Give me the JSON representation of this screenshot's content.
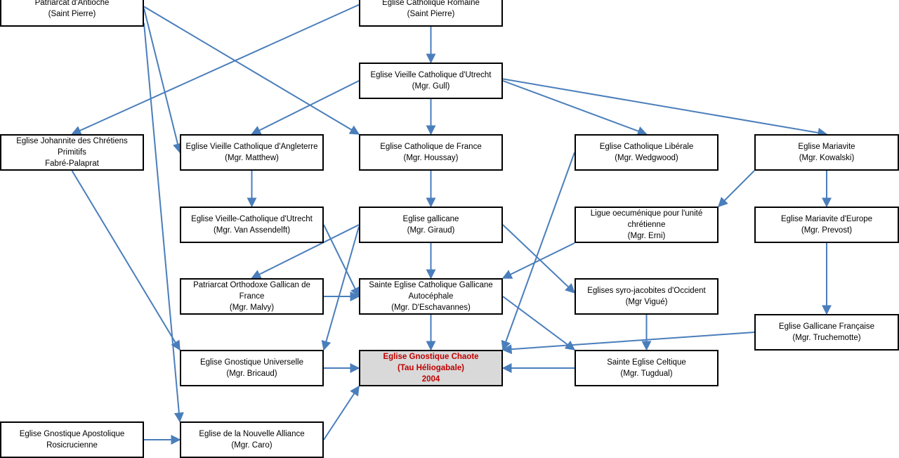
{
  "diagram": {
    "line_color": "#4a7ebb",
    "target_background": "#d9d9d9",
    "target_text_color": "#c00000",
    "nodes": [
      {
        "id": "antioche",
        "lines": [
          "Patriarcat d'Antioche",
          "(Saint Pierre)"
        ]
      },
      {
        "id": "romaine",
        "lines": [
          "Eglise Catholique Romaine",
          "(Saint Pierre)"
        ]
      },
      {
        "id": "utrecht",
        "lines": [
          "Eglise Vieille Catholique d'Utrecht",
          "(Mgr. Gull)"
        ]
      },
      {
        "id": "johannite",
        "lines": [
          "Eglise Johannite des Chrétiens",
          "Primitifs",
          "Fabré-Palaprat"
        ]
      },
      {
        "id": "angleterre",
        "lines": [
          "Eglise Vieille Catholique d'Angleterre",
          "(Mgr. Matthew)"
        ]
      },
      {
        "id": "france",
        "lines": [
          "Eglise Catholique de France",
          "(Mgr. Houssay)"
        ]
      },
      {
        "id": "liberale",
        "lines": [
          "Eglise Catholique Libérale",
          "(Mgr. Wedgwood)"
        ]
      },
      {
        "id": "mariavite",
        "lines": [
          "Eglise Mariavite",
          "(Mgr. Kowalski)"
        ]
      },
      {
        "id": "utrecht2",
        "lines": [
          "Eglise Vieille-Catholique d'Utrecht",
          "(Mgr. Van Assendelft)"
        ]
      },
      {
        "id": "gallicane",
        "lines": [
          "Eglise gallicane",
          "(Mgr. Giraud)"
        ]
      },
      {
        "id": "ligue",
        "lines": [
          "Ligue oecuménique pour l'unité",
          "chrétienne",
          "(Mgr. Erni)"
        ]
      },
      {
        "id": "mariavite_europe",
        "lines": [
          "Eglise Mariavite d'Europe",
          "(Mgr. Prevost)"
        ]
      },
      {
        "id": "orthodoxe",
        "lines": [
          "Patriarcat Orthodoxe Gallican de",
          "France",
          "(Mgr. Malvy)"
        ]
      },
      {
        "id": "sainte_gallicane",
        "lines": [
          "Sainte Eglise Catholique Gallicane",
          "Autocéphale",
          "(Mgr. D'Eschavannes)"
        ]
      },
      {
        "id": "syro",
        "lines": [
          "Eglises syro-jacobites d'Occident",
          "(Mgr Vigué)"
        ]
      },
      {
        "id": "gallicane_fr",
        "lines": [
          "Eglise Gallicane Française",
          "(Mgr. Truchemotte)"
        ]
      },
      {
        "id": "gnostique_univ",
        "lines": [
          "Eglise Gnostique Universelle",
          "(Mgr. Bricaud)"
        ]
      },
      {
        "id": "chaote",
        "lines": [
          "Eglise Gnostique Chaote",
          "(Tau Héliogabale)",
          "2004"
        ]
      },
      {
        "id": "celtique",
        "lines": [
          "Sainte Eglise Celtique",
          "(Mgr. Tugdual)"
        ]
      },
      {
        "id": "apostolique",
        "lines": [
          "Eglise Gnostique Apostolique",
          "Rosicrucienne"
        ]
      },
      {
        "id": "alliance",
        "lines": [
          "Eglise de la Nouvelle Alliance",
          "(Mgr. Caro)"
        ]
      }
    ],
    "edges": [
      [
        "romaine",
        "utrecht"
      ],
      [
        "romaine",
        "johannite"
      ],
      [
        "antioche",
        "france"
      ],
      [
        "antioche",
        "angleterre"
      ],
      [
        "antioche",
        "alliance"
      ],
      [
        "utrecht",
        "angleterre"
      ],
      [
        "utrecht",
        "france"
      ],
      [
        "utrecht",
        "liberale"
      ],
      [
        "utrecht",
        "mariavite"
      ],
      [
        "angleterre",
        "utrecht2"
      ],
      [
        "france",
        "gallicane"
      ],
      [
        "mariavite",
        "mariavite_europe"
      ],
      [
        "mariavite",
        "ligue"
      ],
      [
        "johannite",
        "gnostique_univ"
      ],
      [
        "utrecht2",
        "sainte_gallicane"
      ],
      [
        "gallicane",
        "orthodoxe"
      ],
      [
        "gallicane",
        "sainte_gallicane"
      ],
      [
        "gallicane",
        "gnostique_univ"
      ],
      [
        "gallicane",
        "syro"
      ],
      [
        "ligue",
        "sainte_gallicane"
      ],
      [
        "mariavite_europe",
        "gallicane_fr"
      ],
      [
        "orthodoxe",
        "sainte_gallicane"
      ],
      [
        "sainte_gallicane",
        "chaote"
      ],
      [
        "sainte_gallicane",
        "celtique"
      ],
      [
        "syro",
        "celtique"
      ],
      [
        "liberale",
        "chaote"
      ],
      [
        "gallicane_fr",
        "chaote"
      ],
      [
        "gnostique_univ",
        "chaote"
      ],
      [
        "celtique",
        "chaote"
      ],
      [
        "alliance",
        "chaote"
      ],
      [
        "apostolique",
        "alliance"
      ]
    ]
  }
}
